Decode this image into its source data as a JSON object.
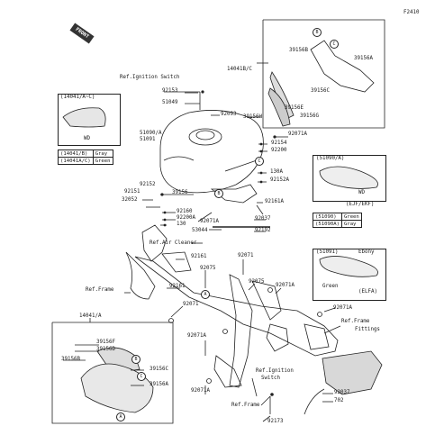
{
  "header": {
    "figure_code": "F2410",
    "front_label": "FRONT"
  },
  "callouts": {
    "b_top": "B",
    "c_top": "C",
    "c_tank": "C",
    "b_tank": "B",
    "a_frame": "A",
    "b_shroud": "B",
    "c_shroud": "C",
    "a_shroud": "A"
  },
  "refs": {
    "ignition_switch_top": "Ref.Ignition Switch",
    "air_cleaner": "Ref.Air Cleaner",
    "frame_left": "Ref.Frame",
    "frame_fittings_1": "Ref.Frame",
    "frame_fittings_2": "Fittings",
    "ignition_switch_bottom_1": "Ref.Ignition",
    "ignition_switch_bottom_2": "Switch",
    "frame_bottom": "Ref.Frame"
  },
  "inset_shroud": {
    "title": "(14041/A~C)",
    "model": "WD"
  },
  "color_table_14041": [
    {
      "part": "(14041/B)",
      "color": "Gray"
    },
    {
      "part": "(14041A/C)",
      "color": "Green"
    }
  ],
  "inset_ejf": {
    "title": "(51090/A)",
    "model": "WD",
    "note": "(EJF/EKF)"
  },
  "color_table_51090": [
    {
      "part": "(51090)",
      "color": "Green"
    },
    {
      "part": "(51090A)",
      "color": "Gray"
    }
  ],
  "inset_elfa": {
    "title": "(51091)",
    "color_1": "Ebony",
    "color_2": "Green",
    "model": "(ELFA)"
  },
  "parts": {
    "p39156B": "39156B",
    "p39156A": "39156A",
    "p14041BC": "14041B/C",
    "p39156C": "39156C",
    "p39156E": "39156E",
    "p39156G": "39156G",
    "p92153": "92153",
    "p51049": "51049",
    "p92093": "92093",
    "p39156H": "39156H",
    "p51090A": "51090/A",
    "p51091": "51091",
    "p92071A_1": "92071A",
    "p92154": "92154",
    "p92200": "92200",
    "p130A": "130A",
    "p92152A": "92152A",
    "p92152": "92152",
    "p92151": "92151",
    "p39156": "39156",
    "p32052": "32052",
    "p92161A": "92161A",
    "p92160": "92160",
    "p92200A": "92200A",
    "p92071A_2": "92071A",
    "p130": "130",
    "p53044": "53044",
    "p92037_1": "92037",
    "p92192": "92192",
    "p92161_1": "92161",
    "p92071_1": "92071",
    "p92075_1": "92075",
    "p92075_2": "92075",
    "p92071A_3": "92071A",
    "p92161_2": "92161",
    "p92071_2": "92071",
    "p92071A_4": "92071A",
    "p14041A": "14041/A",
    "p92071A_5": "92071A",
    "p39156F": "39156F",
    "p39156D": "39156D",
    "p39156B_2": "39156B",
    "p39156C_2": "39156C",
    "p39156A_2": "39156A",
    "p92071A_6": "92071A",
    "p92037_2": "92037",
    "p702": "702",
    "p92173": "92173"
  }
}
